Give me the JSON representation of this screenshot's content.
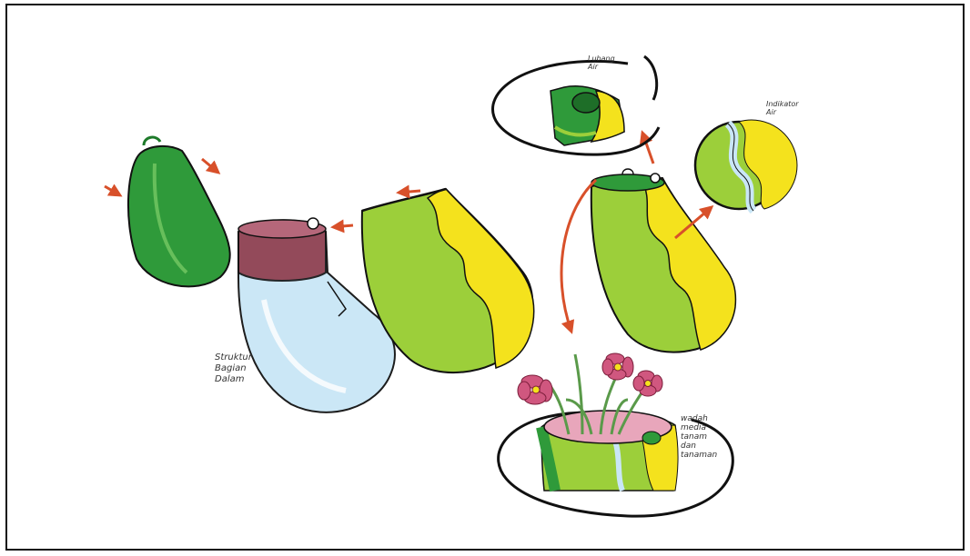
{
  "labels": {
    "inner_structure": "Struktur\nBagian\nDalam",
    "water_hole": "Lubang\nAir",
    "water_indicator": "Indikator\nAir",
    "planting_container": "wadah\nmedia\ntanam\ndan\ntanaman"
  },
  "colors": {
    "dark_green": "#2f9a3a",
    "light_green": "#9ccf3a",
    "yellow": "#f4e21d",
    "light_blue": "#c9e6f6",
    "maroon": "#8d3a4a",
    "pink": "#d0577f",
    "arrow_red": "#d8502a",
    "outline": "#111111"
  },
  "icons": [
    "arrow-icon",
    "flower-icon"
  ]
}
